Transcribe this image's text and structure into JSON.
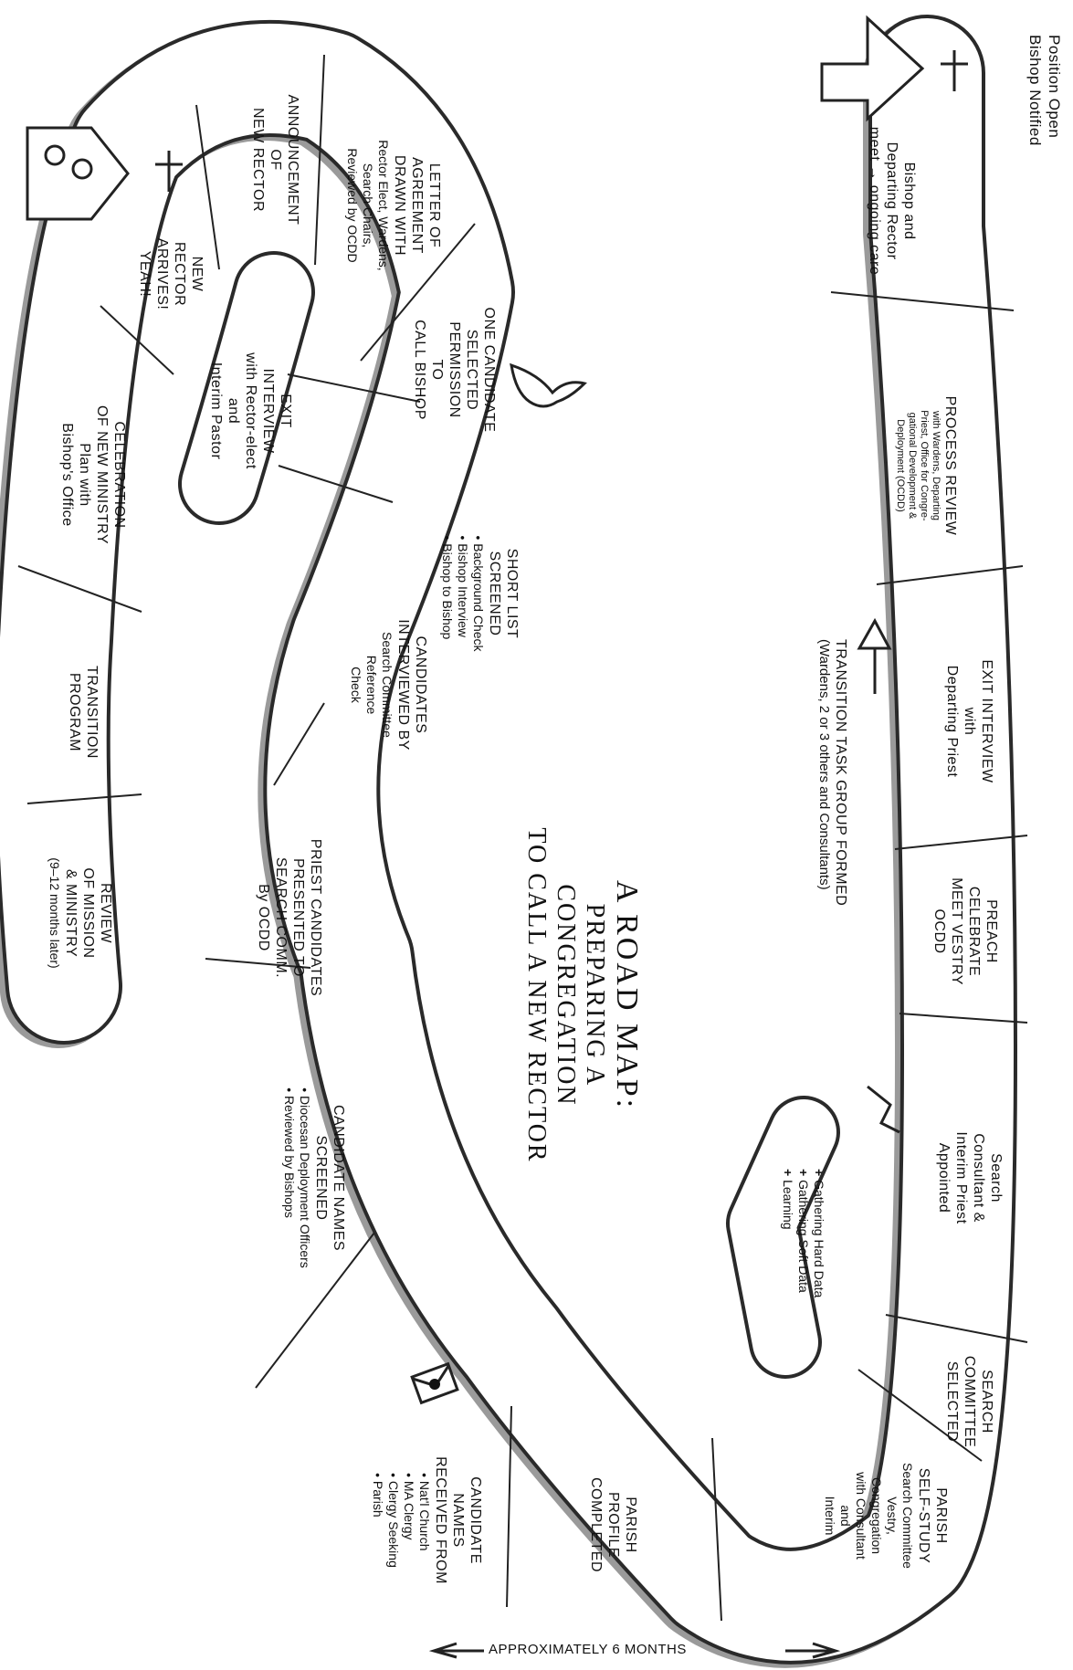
{
  "title": {
    "line1": "A ROAD MAP:",
    "line2": "PREPARING A",
    "line3": "CONGREGATION",
    "line4": "TO CALL A NEW RECTOR"
  },
  "start": {
    "line1": "Position Open",
    "line2": "Bishop Notified"
  },
  "task_group": {
    "line1": "TRANSITION TASK GROUP FORMED",
    "line2": "(Wardens, 2 or 3 others and Consultants)"
  },
  "duration": "APPROXIMATELY 6 MONTHS",
  "gathering": [
    "Gathering Hard Data",
    "Gathering Soft Data",
    "Learning"
  ],
  "cells": {
    "bishop_meet": {
      "title": [
        "Bishop and",
        "Departing Rector",
        "meet → ongoing care"
      ]
    },
    "process_review": {
      "title": [
        "PROCESS REVIEW"
      ],
      "small": [
        "with Wardens, Departing",
        "Priest, Office for Congre-",
        "gational Development &",
        "Deployment (OCDD)"
      ]
    },
    "exit_priest": {
      "title": [
        "EXIT INTERVIEW",
        "with",
        "Departing Priest"
      ]
    },
    "preach": {
      "title": [
        "PREACH",
        "CELEBRATE",
        "MEET VESTRY",
        "OCDD"
      ]
    },
    "search_consultant": {
      "title": [
        "Search",
        "Consultant &",
        "Interim Priest",
        "Appointed"
      ]
    },
    "search_committee": {
      "title": [
        "SEARCH",
        "COMMITTEE",
        "SELECTED"
      ]
    },
    "self_study": {
      "title": [
        "PARISH",
        "SELF-STUDY",
        "Search Committee",
        "Vestry,",
        "Congregation",
        "with Consultant",
        "and",
        "Interim"
      ]
    },
    "parish_profile": {
      "title": [
        "PARISH",
        "PROFILE",
        "COMPLETED"
      ]
    },
    "names_received": {
      "title": [
        "CANDIDATE",
        "NAMES",
        "RECEIVED FROM"
      ],
      "bullets": [
        "Nat'l Church",
        "MA Clergy",
        "Clergy Seeking",
        "Parish"
      ]
    },
    "names_screened": {
      "title": [
        "CANDIDATE NAMES",
        "SCREENED"
      ],
      "bullets": [
        "Diocesan Deployment Officers",
        "Reviewed by Bishops"
      ]
    },
    "presented": {
      "title": [
        "PRIEST CANDIDATES",
        "PRESENTED TO",
        "SEARCH COMM.",
        "By OCDD"
      ]
    },
    "interviewed": {
      "title": [
        "CANDIDATES",
        "INTERVIEWED BY",
        "Search Committee",
        "Reference",
        "Check"
      ]
    },
    "short_list": {
      "title": [
        "SHORT LIST",
        "SCREENED"
      ],
      "bullets": [
        "Background Check",
        "Bishop Interview",
        "Bishop to Bishop"
      ]
    },
    "one_candidate": {
      "title": [
        "ONE CANDIDATE",
        "SELECTED",
        "PERMISSION",
        "TO",
        "CALL BISHOP"
      ]
    },
    "letter": {
      "title": [
        "LETTER OF",
        "AGREEMENT",
        "DRAWN WITH"
      ],
      "sub": [
        "Rector Elect, Wardens,",
        "Search Chairs,",
        "Reviewed by OCDD"
      ]
    },
    "announcement": {
      "title": [
        "ANNOUNCEMENT",
        "OF",
        "NEW RECTOR"
      ]
    },
    "arrives": {
      "title": [
        "NEW",
        "RECTOR",
        "ARRIVES!",
        "YEAH!"
      ]
    },
    "exit_rector_elect": {
      "title": [
        "EXIT",
        "INTERVIEW",
        "with Rector-elect",
        "and",
        "Interim Pastor"
      ]
    },
    "celebration": {
      "title": [
        "CELEBRATION",
        "OF NEW MINISTRY",
        "Plan with",
        "Bishop's Office"
      ]
    },
    "transition": {
      "title": [
        "TRANSITION",
        "PROGRAM"
      ]
    },
    "review": {
      "title": [
        "REVIEW",
        "OF MISSION",
        "& MINISTRY",
        "(9–12 months later)"
      ]
    }
  }
}
